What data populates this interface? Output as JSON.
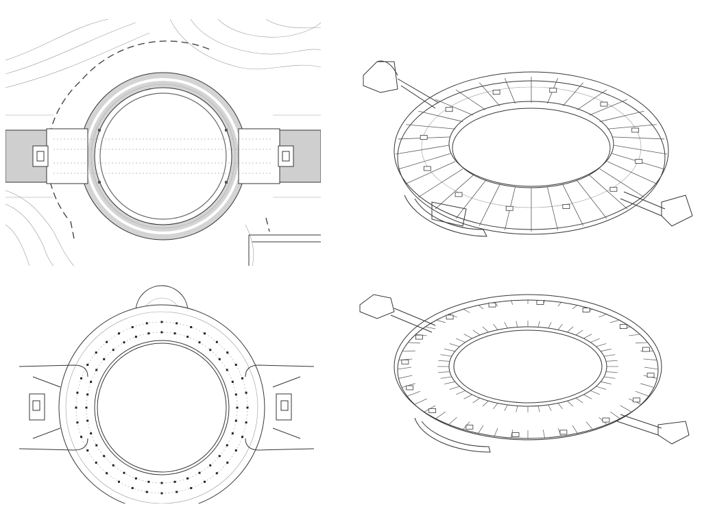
{
  "sheet": {
    "background": "#ffffff",
    "line_color": "#333333",
    "tone_color": "#cccccc",
    "panels": [
      {
        "id": "site-plan",
        "kind": "plan"
      },
      {
        "id": "structure-axonometric",
        "kind": "axonometric"
      },
      {
        "id": "floor-plan",
        "kind": "plan"
      },
      {
        "id": "parking-axonometric",
        "kind": "axonometric"
      }
    ]
  }
}
